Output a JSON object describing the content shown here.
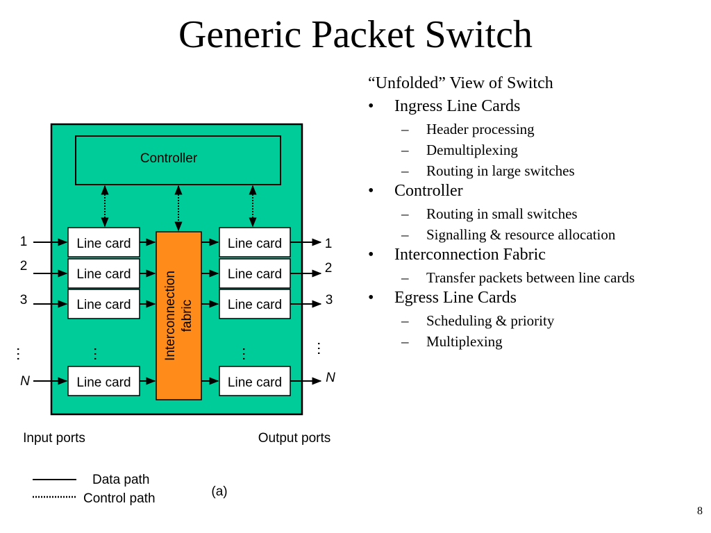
{
  "slide": {
    "title": "Generic Packet Switch",
    "page_number": "8"
  },
  "bullets": {
    "heading": "“Unfolded” View of Switch",
    "items": [
      {
        "label": "Ingress Line Cards",
        "sub": [
          "Header processing",
          "Demultiplexing",
          "Routing in large switches"
        ]
      },
      {
        "label": " Controller",
        "sub": [
          "Routing in small switches",
          "Signalling & resource allocation"
        ]
      },
      {
        "label": "Interconnection Fabric",
        "sub": [
          "Transfer packets between line cards"
        ]
      },
      {
        "label": "Egress Line Cards",
        "sub": [
          "Scheduling & priority",
          "Multiplexing"
        ]
      }
    ]
  },
  "diagram": {
    "controller_label": "Controller",
    "fabric_label_line1": "Interconnection",
    "fabric_label_line2": "fabric",
    "line_card_label": "Line card",
    "port_labels": [
      "1",
      "2",
      "3",
      "N"
    ],
    "ellipsis": "…",
    "input_ports_label": "Input ports",
    "output_ports_label": "Output ports",
    "legend": {
      "data_path": "Data path",
      "control_path": "Control path"
    },
    "caption": "(a)",
    "colors": {
      "switch_fill": "#00cc99",
      "fabric_fill": "#ff8c1a",
      "line_card_fill": "#ffffff",
      "stroke": "#000000"
    }
  }
}
